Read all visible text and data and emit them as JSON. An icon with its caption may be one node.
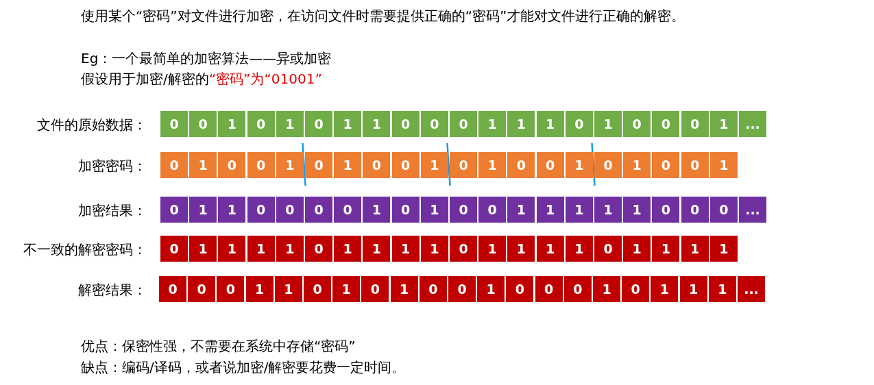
{
  "diagram": {
    "labels": [
      "使用某个“密码”对文件进行加密，在访问文件时需要提供正确的“密码”才能对文件进行正确的解密。",
      "Eg：一个最简单的加密算法——异或加密",
      "假设用于加密/解密的",
      "“密码”为“01001”",
      "文件的原始数据：",
      "0",
      "0",
      "1",
      "0",
      "1",
      "0",
      "1",
      "1",
      "0",
      "0",
      "0",
      "1",
      "1",
      "1",
      "0",
      "1",
      "0",
      "0",
      "0",
      "1",
      "...",
      "加密密码：",
      "0",
      "1",
      "0",
      "0",
      "1",
      "0",
      "1",
      "0",
      "0",
      "1",
      "0",
      "1",
      "0",
      "0",
      "1",
      "0",
      "1",
      "0",
      "0",
      "1",
      "加密结果：",
      "0",
      "1",
      "1",
      "0",
      "0",
      "0",
      "0",
      "1",
      "0",
      "1",
      "0",
      "0",
      "1",
      "1",
      "1",
      "1",
      "1",
      "0",
      "0",
      "0",
      "...",
      "不一致的解密密码：",
      "0",
      "1",
      "1",
      "1",
      "1",
      "0",
      "1",
      "1",
      "1",
      "1",
      "0",
      "1",
      "1",
      "1",
      "1",
      "0",
      "1",
      "1",
      "1",
      "1",
      "解密结果：",
      "0",
      "0",
      "0",
      "1",
      "1",
      "0",
      "1",
      "0",
      "1",
      "0",
      "0",
      "1",
      "0",
      "0",
      "0",
      "1",
      "0",
      "1",
      "1",
      "1",
      "...",
      "优点：保密性强，不需要在系统中存储“密码”",
      "缺点：编码/译码，或者说加密/解密要花费一定时间。"
    ]
  }
}
